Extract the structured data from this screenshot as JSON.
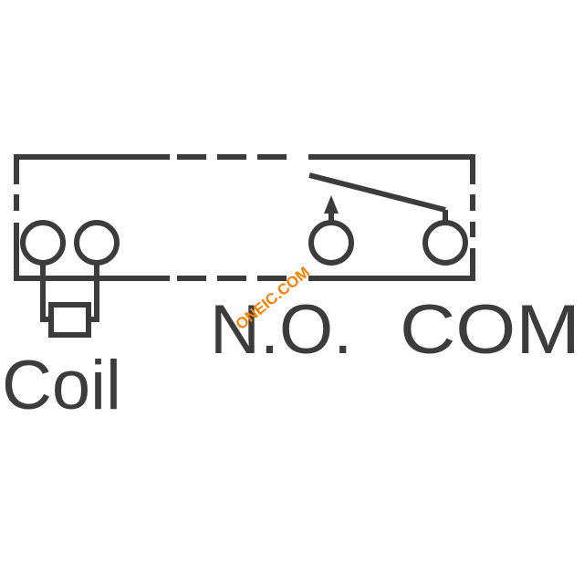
{
  "labels": {
    "coil": "Coil",
    "no": "N.O.",
    "com": "COM"
  },
  "watermark": {
    "text": "ONEIC.COM"
  },
  "colors": {
    "stroke": "#3c3c3c",
    "text": "#3c3c3c",
    "watermark": "#ff7f00",
    "background": "#ffffff"
  }
}
